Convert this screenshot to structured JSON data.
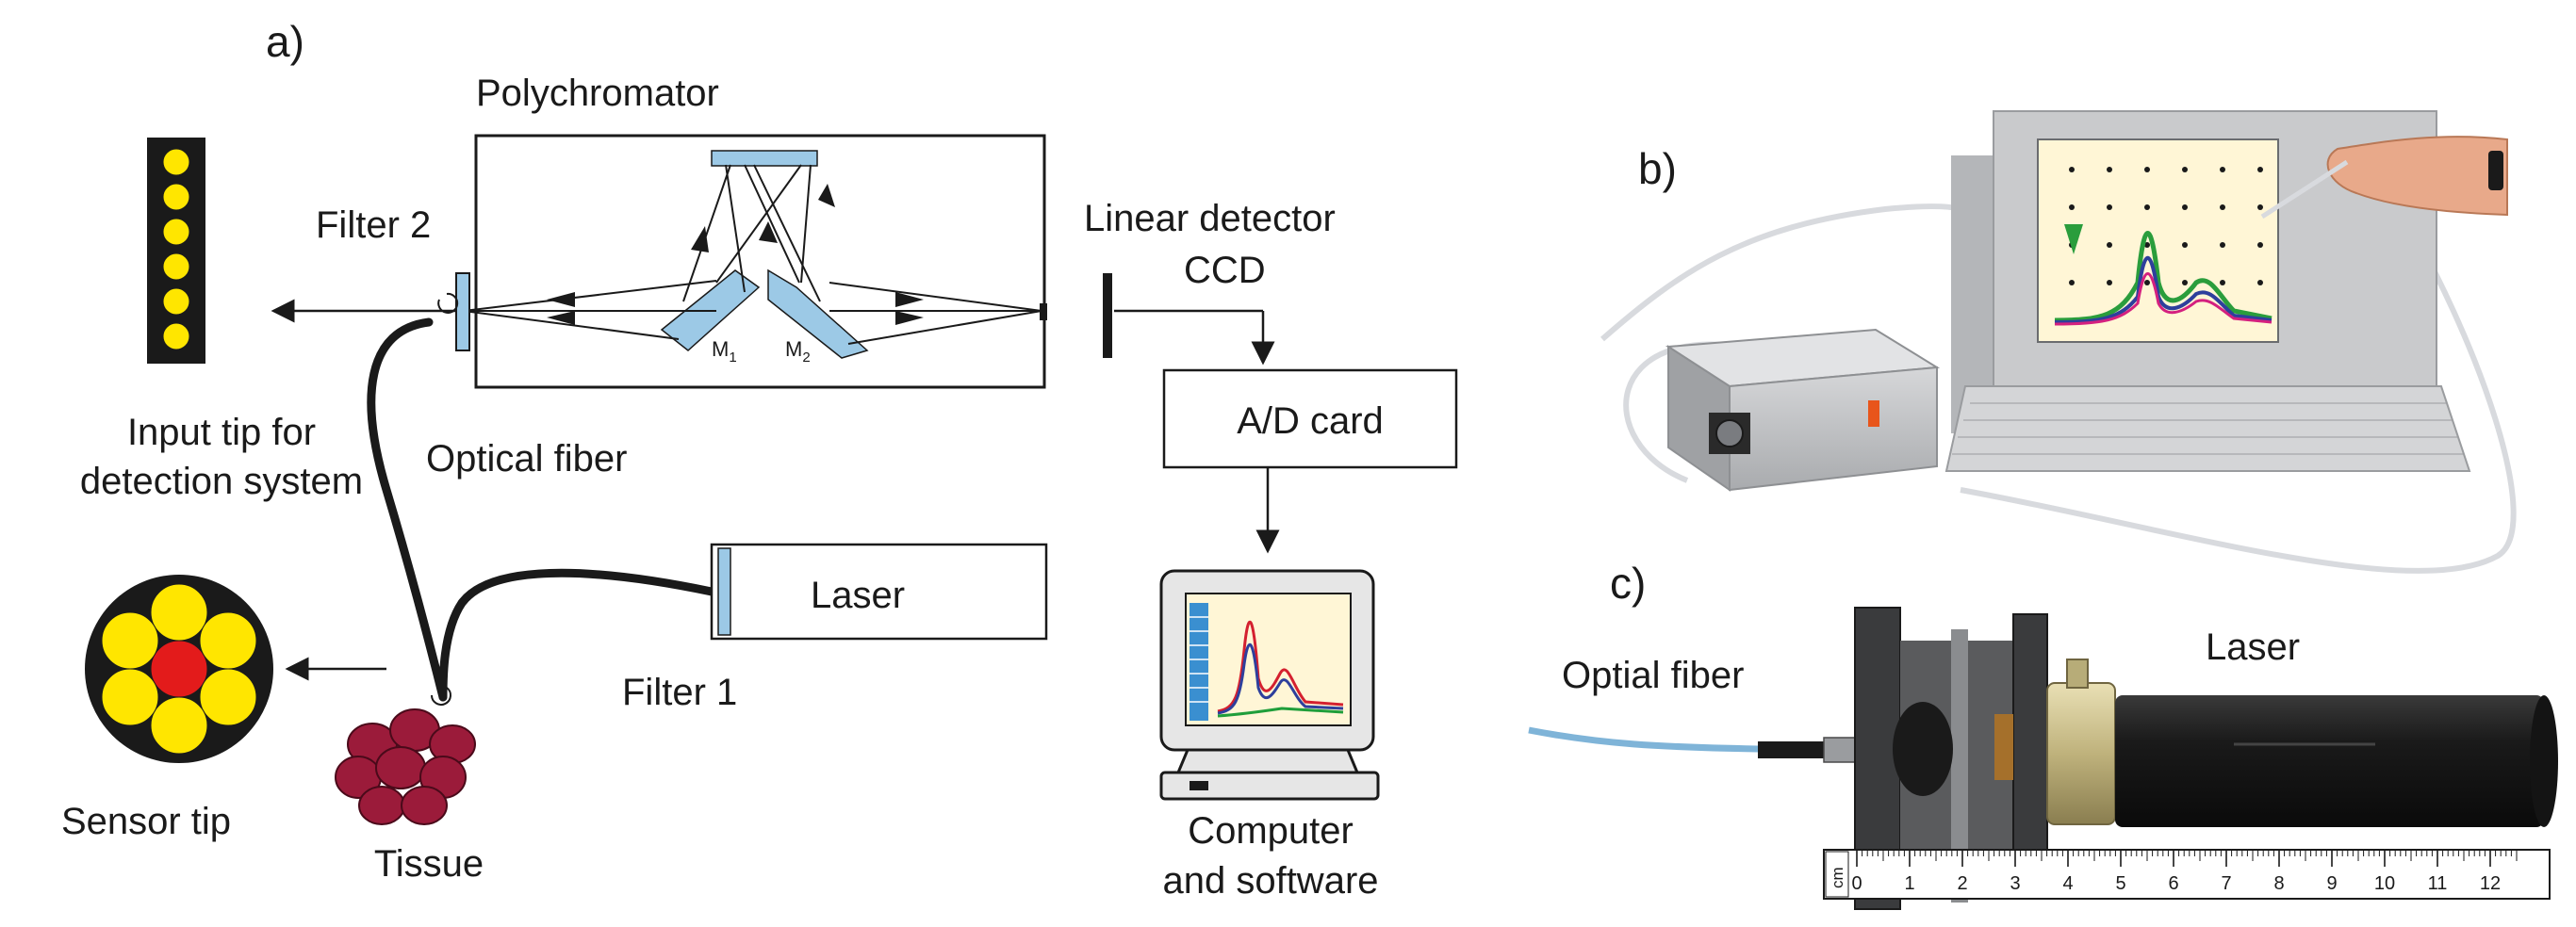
{
  "panel_a": {
    "label": "a)",
    "polychromator": "Polychromator",
    "mirror1": "M",
    "mirror1_sub": "1",
    "mirror2": "M",
    "mirror2_sub": "2",
    "filter2": "Filter 2",
    "detector_line1": "Linear detector",
    "detector_line2": "CCD",
    "ad_card": "A/D card",
    "input_tip_line1": "Input tip for",
    "input_tip_line2": "detection system",
    "optical_fiber": "Optical fiber",
    "laser": "Laser",
    "filter1": "Filter 1",
    "sensor_tip": "Sensor tip",
    "tissue": "Tissue",
    "computer_line1": "Computer",
    "computer_line2": "and software"
  },
  "panel_b": {
    "label": "b)"
  },
  "panel_c": {
    "label": "c)",
    "optical_fiber": "Optial fiber",
    "laser": "Laser",
    "ruler_unit": "cm",
    "ruler_ticks": [
      "0",
      "1",
      "2",
      "3",
      "4",
      "5",
      "6",
      "7",
      "8",
      "9",
      "10",
      "11",
      "12"
    ]
  },
  "colors": {
    "line": "#1a1a1a",
    "component_blue": "#9cc9e6",
    "tip_yellow": "#ffe600",
    "tip_red": "#e31b1b",
    "tissue": "#9b1b3a",
    "screen_bg": "#fff6d6",
    "instrument_grey": "#c9cacc"
  }
}
